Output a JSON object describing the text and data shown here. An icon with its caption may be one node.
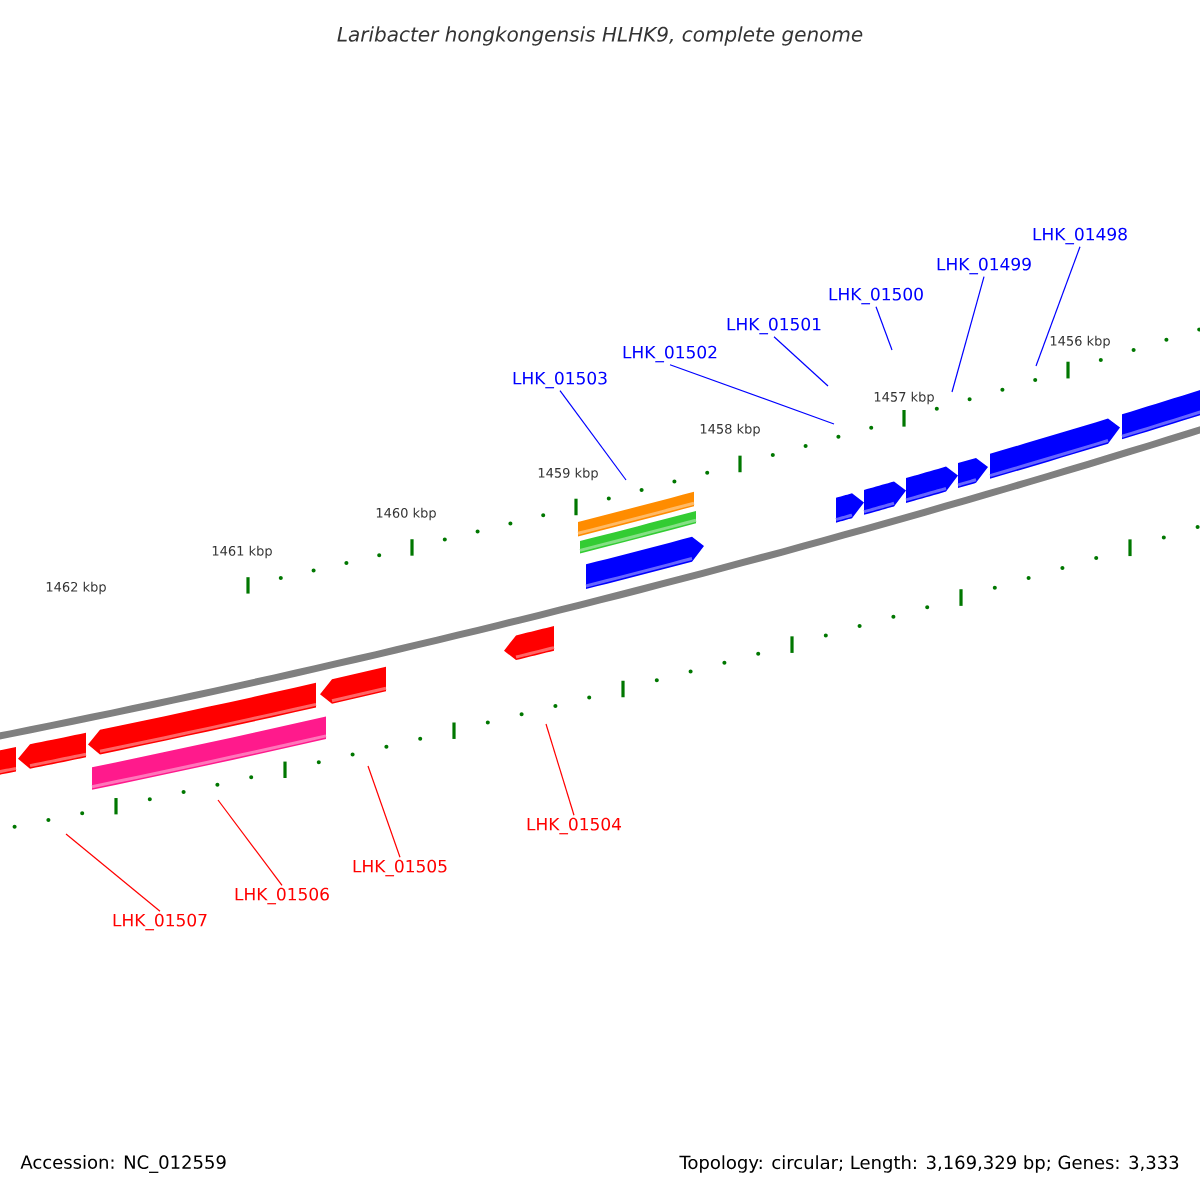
{
  "diagram": {
    "title": "Laribacter hongkongensis HLHK9, complete genome",
    "nodes": [
      {
        "text": [
          "LHK_01503"
        ]
      },
      {
        "text": [
          "LHK_01502"
        ]
      },
      {
        "text": [
          "LHK_01501"
        ]
      },
      {
        "text": [
          "LHK_01500"
        ]
      },
      {
        "text": [
          "LHK_01499"
        ]
      },
      {
        "text": [
          "LHK_01498"
        ]
      },
      {
        "text": [
          "LHK_01504"
        ]
      },
      {
        "text": [
          "LHK_01505"
        ]
      },
      {
        "text": [
          "LHK_01506"
        ]
      },
      {
        "text": [
          "LHK_01507"
        ]
      }
    ],
    "edges": [
      {
        "from": 0,
        "to": null,
        "arrow": "none"
      },
      {
        "from": 1,
        "to": null,
        "arrow": "none"
      },
      {
        "from": 2,
        "to": null,
        "arrow": "none"
      },
      {
        "from": 3,
        "to": null,
        "arrow": "none"
      },
      {
        "from": 4,
        "to": null,
        "arrow": "none"
      },
      {
        "from": 5,
        "to": null,
        "arrow": "none"
      },
      {
        "from": 6,
        "to": null,
        "arrow": "none",
        "color": "#ff0000"
      },
      {
        "from": 7,
        "to": null,
        "arrow": "none",
        "color": "#ff0000"
      },
      {
        "from": 8,
        "to": null,
        "arrow": "none",
        "color": "#ff0000"
      },
      {
        "from": 9,
        "to": null,
        "arrow": "none",
        "color": "#ff0000"
      }
    ],
    "labels": [
      "1456 kbp",
      "1457 kbp",
      "1458 kbp",
      "1459 kbp",
      "1460 kbp",
      "1461 kbp",
      "1462 kbp",
      "Accession: NC_012559",
      "Topology: circular; Length: 3,169,329 bp; Genes: 3,333"
    ]
  }
}
